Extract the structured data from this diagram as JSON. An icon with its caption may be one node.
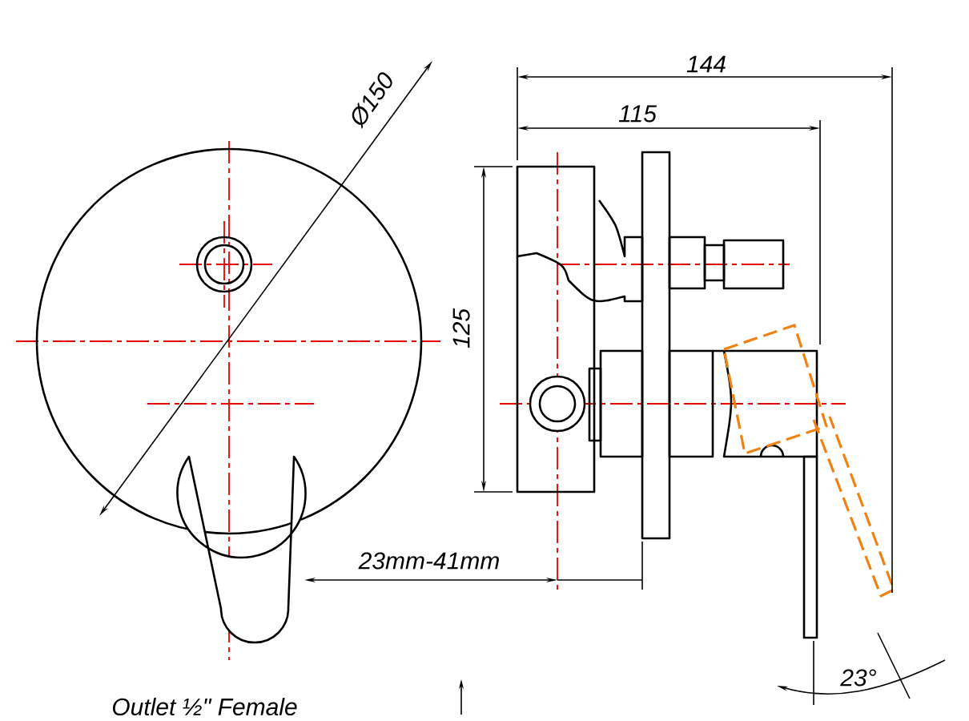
{
  "diagram": {
    "labels": [
      "Ø150",
      "144",
      "115",
      "125",
      "23mm-41mm",
      "23°",
      "Outlet ½\" Female"
    ]
  }
}
